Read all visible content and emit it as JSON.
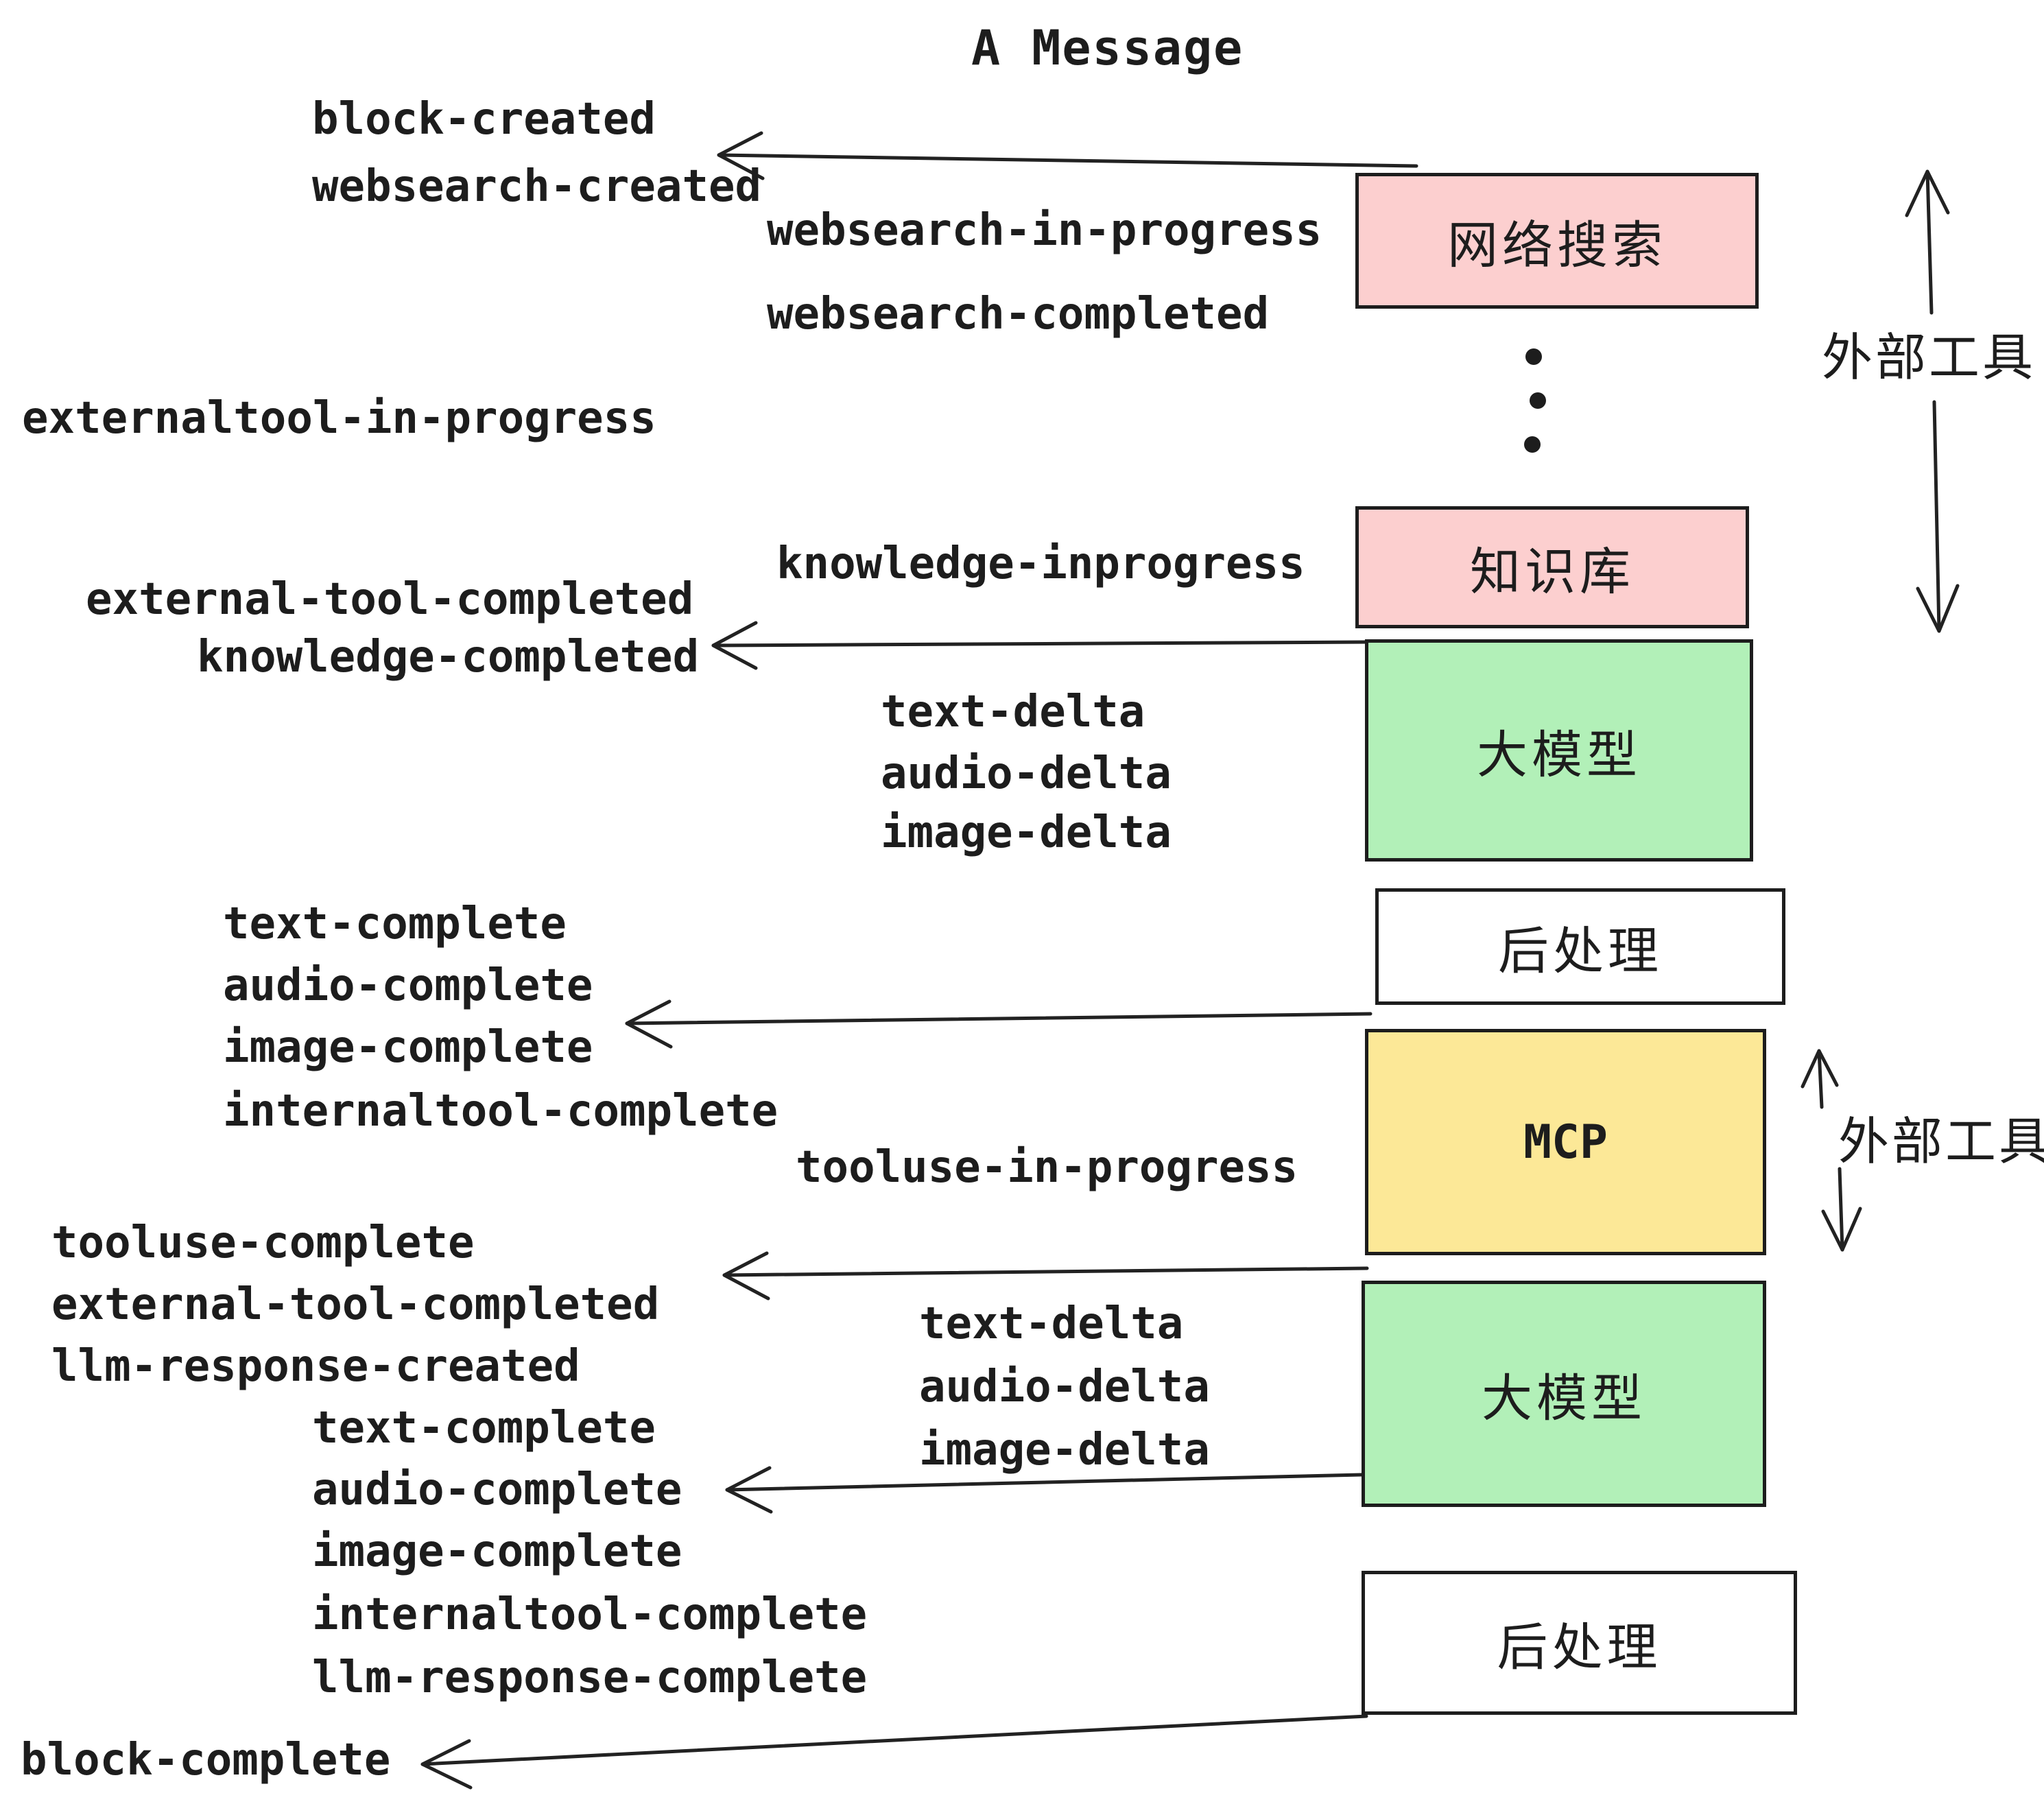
{
  "title": "A Message",
  "events": {
    "block_created": "block-created",
    "websearch_created": "websearch-created",
    "websearch_in_progress": "websearch-in-progress",
    "websearch_completed": "websearch-completed",
    "externaltool_in_progress": "externaltool-in-progress",
    "knowledge_inprogress": "knowledge-inprogress",
    "external_tool_completed_1": "external-tool-completed",
    "knowledge_completed": "knowledge-completed",
    "text_delta_1": "text-delta",
    "audio_delta_1": "audio-delta",
    "image_delta_1": "image-delta",
    "text_complete_1": "text-complete",
    "audio_complete_1": "audio-complete",
    "image_complete_1": "image-complete",
    "internaltool_complete_1": "internaltool-complete",
    "tooluse_in_progress": "tooluse-in-progress",
    "tooluse_complete": "tooluse-complete",
    "external_tool_completed_2": "external-tool-completed",
    "llm_response_created": "llm-response-created",
    "text_delta_2": "text-delta",
    "audio_delta_2": "audio-delta",
    "image_delta_2": "image-delta",
    "text_complete_2": "text-complete",
    "audio_complete_2": "audio-complete",
    "image_complete_2": "image-complete",
    "internaltool_complete_2": "internaltool-complete",
    "llm_response_complete": "llm-response-complete",
    "block_complete": "block-complete"
  },
  "boxes": {
    "websearch": {
      "label": "网络搜索",
      "fill": "#fccfcf"
    },
    "knowledge": {
      "label": "知识库",
      "fill": "#fccfcf"
    },
    "llm1": {
      "label": "大模型",
      "fill": "#b2f0b8"
    },
    "post1": {
      "label": "后处理",
      "fill": "#ffffff"
    },
    "mcp": {
      "label": "MCP",
      "fill": "#fce897"
    },
    "llm2": {
      "label": "大模型",
      "fill": "#b2f0b8"
    },
    "post2": {
      "label": "后处理",
      "fill": "#ffffff"
    }
  },
  "annotations": {
    "external_tools_1": "外部工具",
    "external_tools_2": "外部工具"
  },
  "colors": {
    "pink": "#fccfcf",
    "green": "#b2f0b8",
    "yellow": "#fce897",
    "box_border": "#1d1d1d",
    "text": "#1d1d1d",
    "background": "#ffffff"
  }
}
